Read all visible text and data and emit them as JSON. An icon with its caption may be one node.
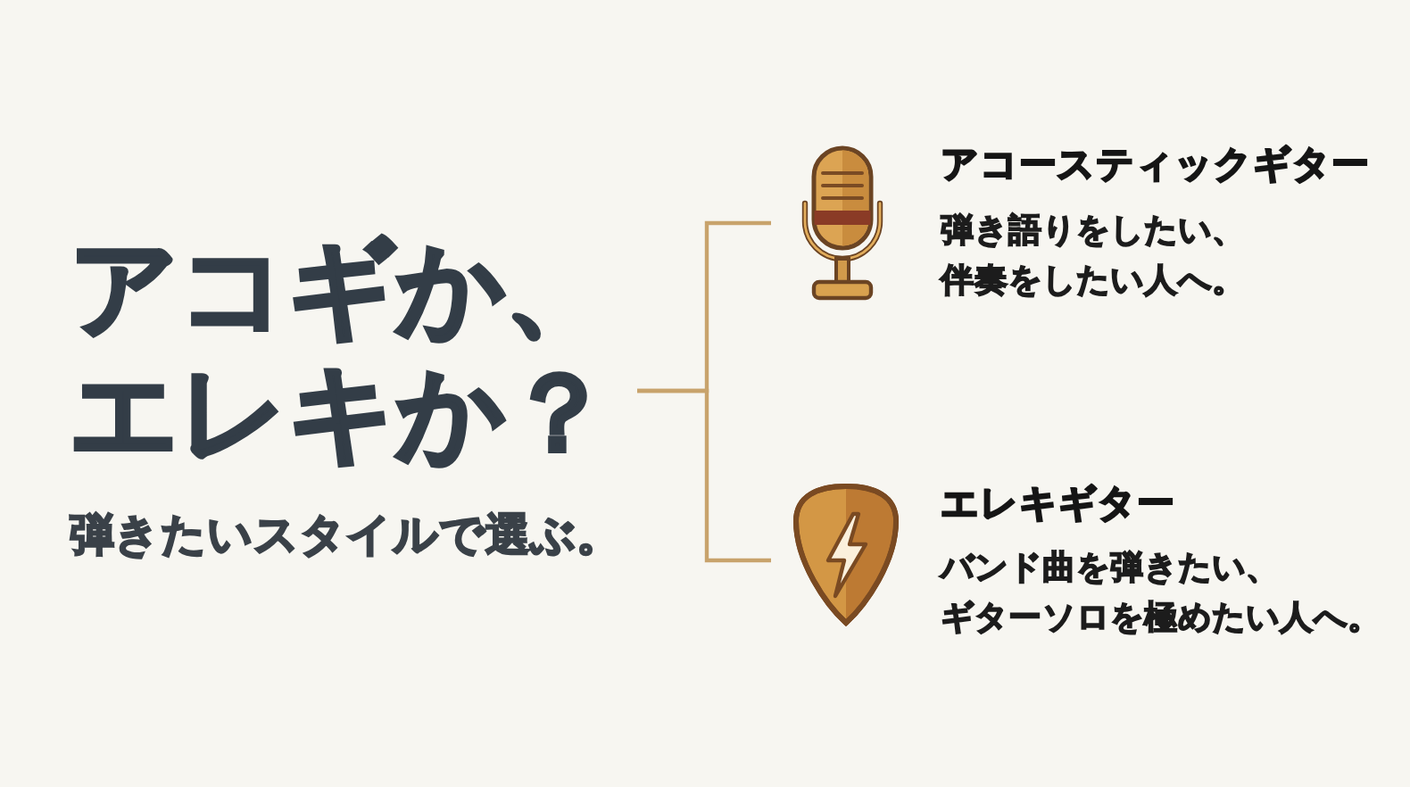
{
  "diagram": {
    "nodes": [
      {
        "text": [
          "アコギか、エレキか？",
          "弾きたいスタイルで選ぶ。"
        ]
      },
      {
        "text": [
          "アコースティックギター",
          "弾き語りをしたい、伴奏をしたい人へ。"
        ]
      },
      {
        "text": [
          "エレキギター",
          "バンド曲を弾きたい、ギターソロを極めたい人へ。"
        ]
      }
    ],
    "edges": [
      {
        "from": 0,
        "to": 1,
        "arrow": "none"
      },
      {
        "from": 0,
        "to": 2,
        "arrow": "none"
      }
    ]
  }
}
